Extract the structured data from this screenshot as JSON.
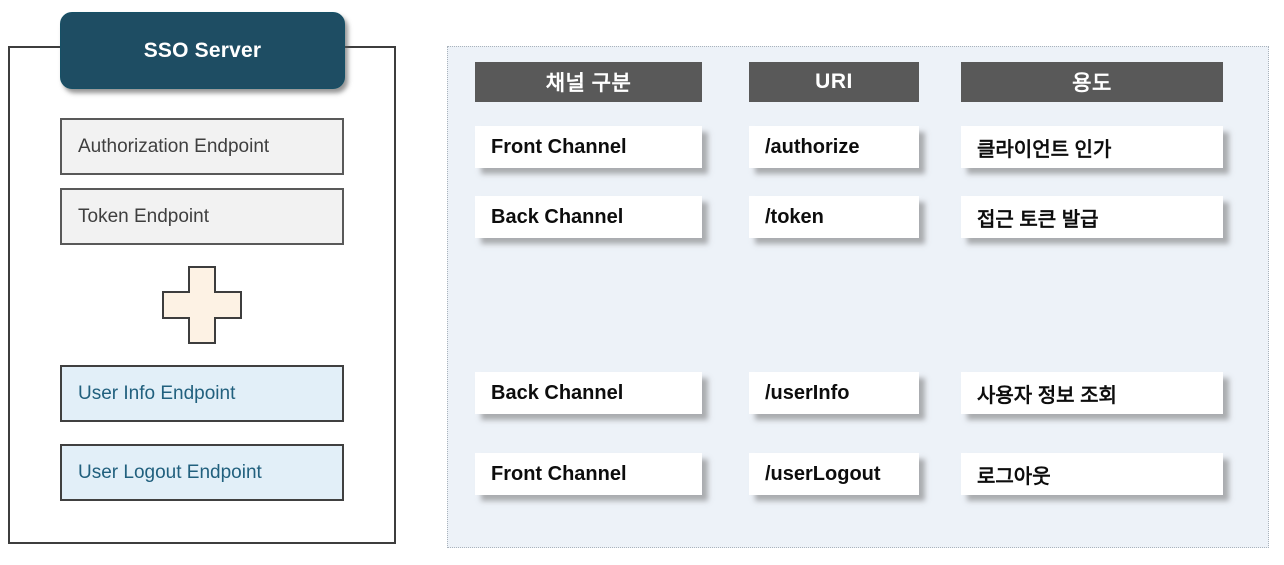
{
  "diagram": {
    "server": {
      "title": "SSO Server",
      "endpoints": [
        {
          "label": "Authorization Endpoint"
        },
        {
          "label": "Token Endpoint"
        },
        {
          "label": "User Info Endpoint"
        },
        {
          "label": "User Logout Endpoint"
        }
      ],
      "icons": {
        "plus": "plus-icon"
      }
    },
    "table": {
      "headers": [
        {
          "label": "채널 구분"
        },
        {
          "label": "URI"
        },
        {
          "label": "용도"
        }
      ],
      "rows": [
        {
          "channel": "Front Channel",
          "uri": "/authorize",
          "purpose": "클라이언트 인가"
        },
        {
          "channel": "Back Channel",
          "uri": "/token",
          "purpose": "접근 토큰 발급"
        },
        {
          "channel": "Back Channel",
          "uri": "/userInfo",
          "purpose": "사용자 정보 조회"
        },
        {
          "channel": "Front Channel",
          "uri": "/userLogout",
          "purpose": "로그아웃"
        }
      ]
    },
    "colors": {
      "server_header_bg": "#1E4D63",
      "endpoint_gray_bg": "#F2F2F2",
      "endpoint_blue_bg": "#E2EFF8",
      "endpoint_blue_text": "#21607E",
      "table_header_bg": "#595959",
      "panel_bg": "#EDF2F8",
      "plus_fill": "#FDF2E4",
      "border_dark": "#3D3D3D"
    }
  }
}
